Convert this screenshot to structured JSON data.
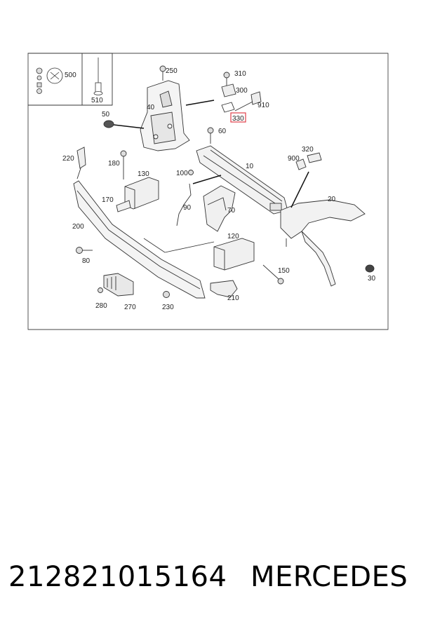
{
  "labels": {
    "l500": "500",
    "l510": "510",
    "l250": "250",
    "l310": "310",
    "l300": "300",
    "l910": "910",
    "l330": "330",
    "l40": "40",
    "l50": "50",
    "l60": "60",
    "l10": "10",
    "l320": "320",
    "l900": "900",
    "l220": "220",
    "l180": "180",
    "l130": "130",
    "l100": "100",
    "l170": "170",
    "l90": "90",
    "l70": "70",
    "l20": "20",
    "l200": "200",
    "l120": "120",
    "l80": "80",
    "l150": "150",
    "l30": "30",
    "l280": "280",
    "l270": "270",
    "l230": "230",
    "l210": "210"
  },
  "highlight_color": "#e0404a",
  "footer": {
    "part_number": "212821015164",
    "brand": "MERCEDES"
  }
}
